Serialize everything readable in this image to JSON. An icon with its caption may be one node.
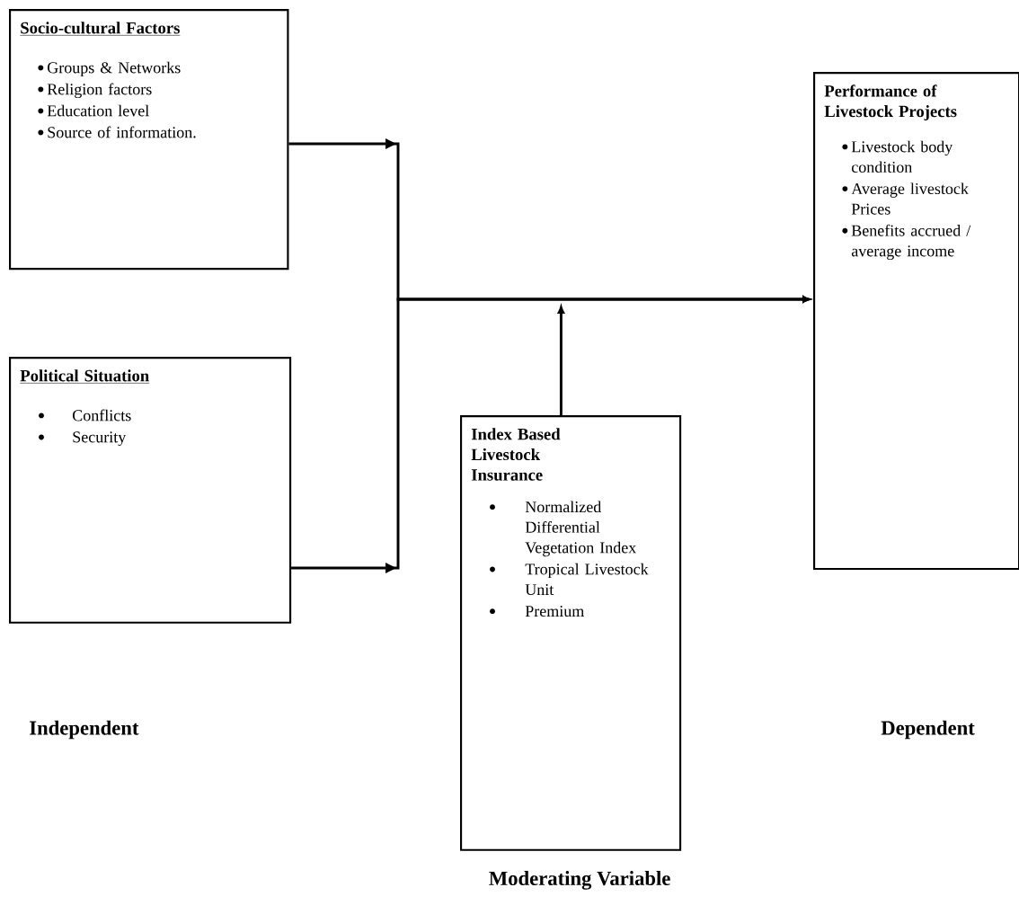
{
  "diagram": {
    "nodes": [
      {
        "text": [
          "Socio-cultural Factors",
          "Groups & Networks",
          "Religion factors",
          "Education level",
          "Source of information."
        ]
      },
      {
        "text": [
          "Political Situation",
          "Conflicts",
          "Security"
        ]
      },
      {
        "text": [
          "Index Based Livestock Insurance",
          "Normalized Differential Vegetation Index",
          "Tropical Livestock Unit",
          "Premium"
        ],
        "beside": [
          "Moderating Variable"
        ]
      },
      {
        "text": [
          "Performance of Livestock Projects",
          "Livestock body condition",
          "Average livestock Prices",
          "Benefits accrued / average income"
        ]
      }
    ],
    "edges": [
      {
        "from": 0,
        "to": 3,
        "arrow": "to"
      },
      {
        "from": 1,
        "to": 3,
        "arrow": "to"
      },
      {
        "from": 2,
        "to": null,
        "arrow": "to"
      }
    ],
    "labels": [
      "Independent",
      "Dependent"
    ]
  }
}
